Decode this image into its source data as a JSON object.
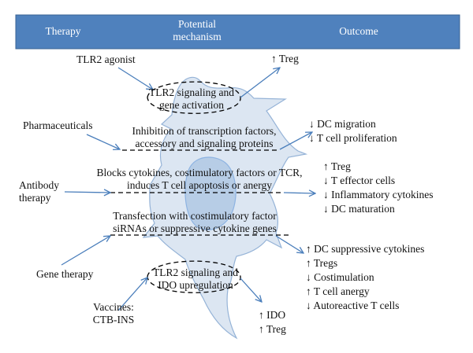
{
  "header": {
    "col_therapy": "Therapy",
    "col_mechanism": "Potential mechanism",
    "col_outcome": "Outcome"
  },
  "therapies": {
    "tlr2_agonist": "TLR2 agonist",
    "pharmaceuticals": "Pharmaceuticals",
    "antibody_therapy": "Antibody therapy",
    "gene_therapy": "Gene therapy",
    "vaccines": "Vaccines: CTB-INS"
  },
  "mechanisms": {
    "tlr2_signaling": "TLR2 signaling and gene activation",
    "inhibition": "Inhibition of transcription factors, accessory and signaling proteins",
    "blocks": "Blocks cytokines, costimulatory factors or TCR, induces T cell apoptosis or anergy",
    "transfection": "Transfection with costimulatory factor siRNAs or suppressive cytokine genes",
    "tlr2_ido": "TLR2 signaling and IDO upregulation"
  },
  "outcomes": {
    "o1": [
      "↑ Treg"
    ],
    "o2": [
      "↓ DC migration",
      "↓ T cell proliferation"
    ],
    "o3": [
      "↑ Treg",
      "↓ T effector cells",
      "↓ Inflammatory cytokines",
      "↓ DC maturation"
    ],
    "o4": [
      "↑ DC suppressive cytokines",
      "↑ Tregs",
      "↓ Costimulation",
      "↑ T cell anergy",
      "↓ Autoreactive T cells"
    ],
    "o5": [
      "↑ IDO",
      "↑ Treg"
    ]
  },
  "colors": {
    "header_fill": "#4F81BD",
    "header_border": "#3A6394",
    "cell_fill": "#DCE6F2",
    "nucleus_fill": "#B7CDE6",
    "arrow": "#4A7EBB",
    "dashed": "#000000"
  }
}
